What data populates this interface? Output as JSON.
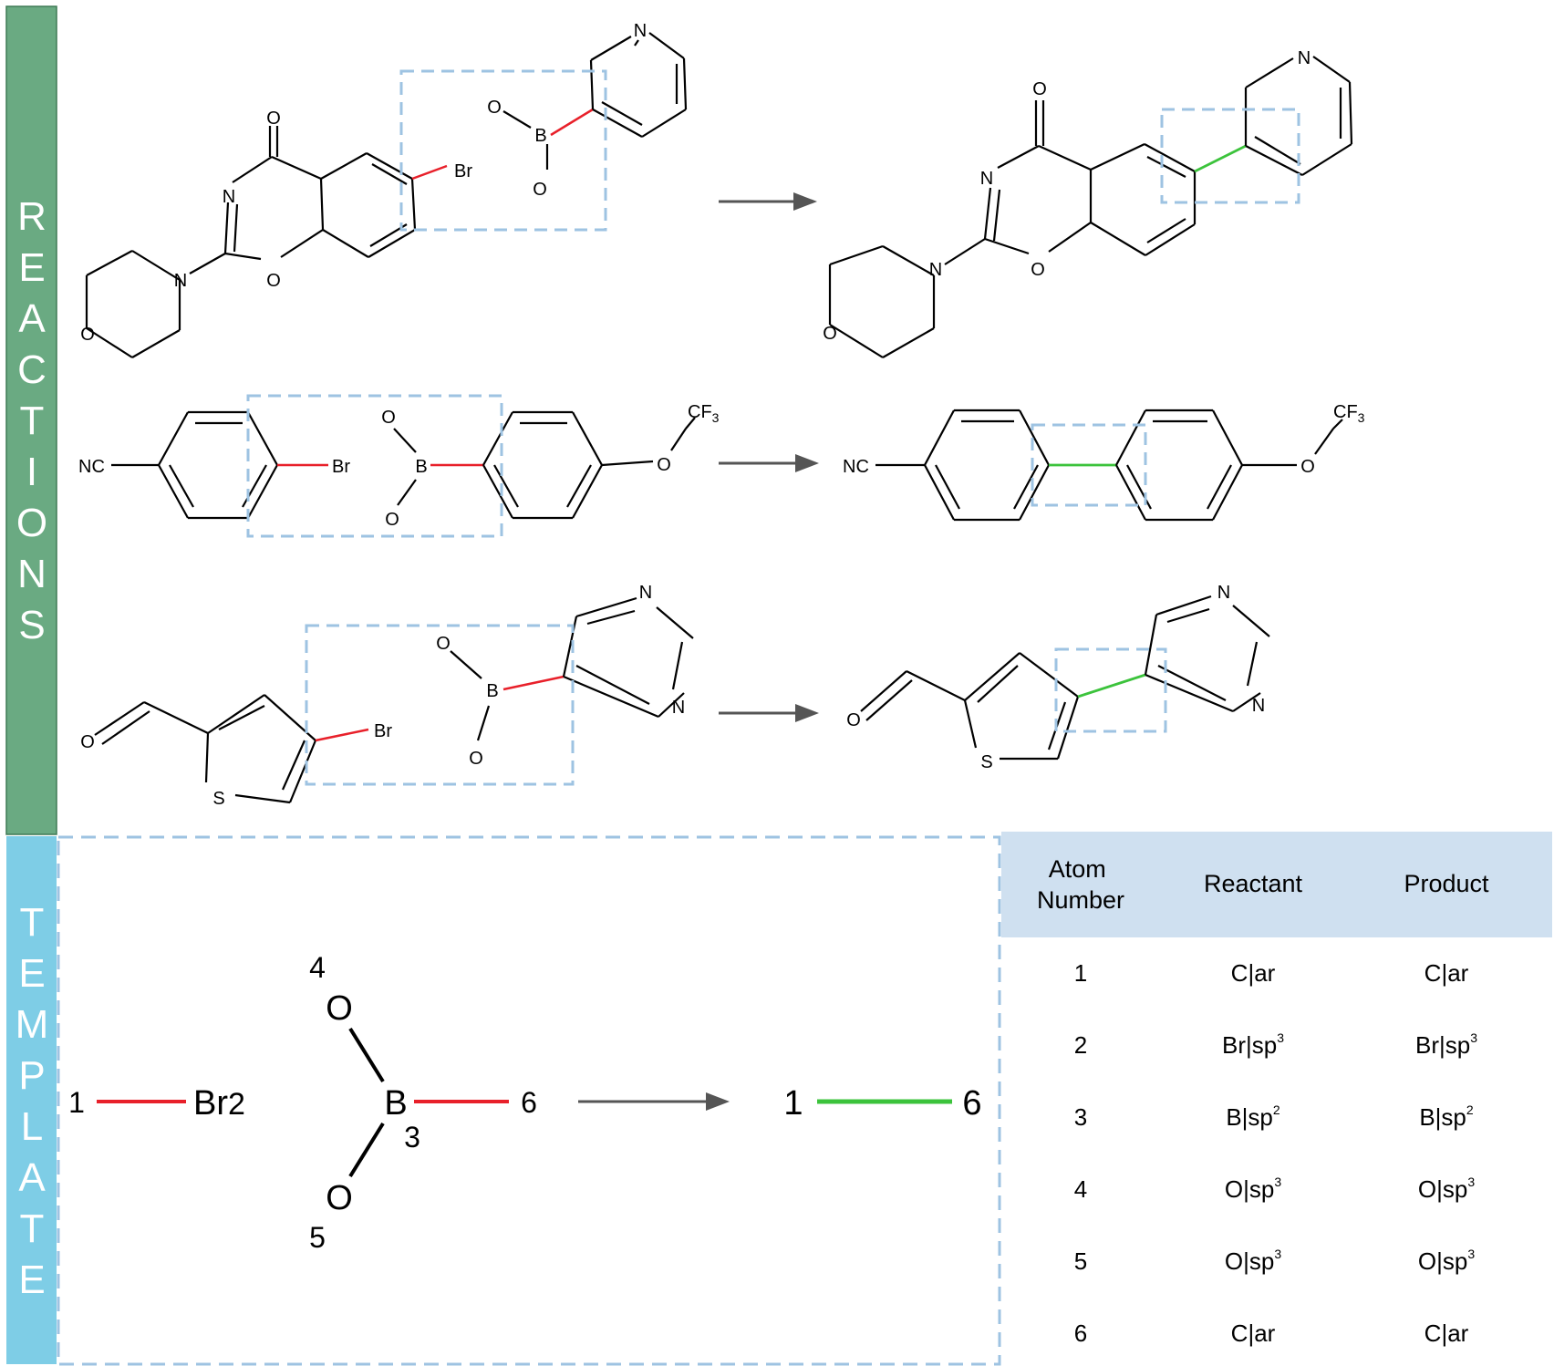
{
  "sections": {
    "reactions_label": "REACTIONS",
    "template_label": "TEMPLATE"
  },
  "colors": {
    "reactions_bar": "#6aaa82",
    "template_bar": "#7ecde6",
    "broken_bond": "#e8202a",
    "formed_bond": "#3cc33c",
    "dashed_box": "#9ec3e2",
    "table_header_bg": "#cfe0f0",
    "arrow": "#555555"
  },
  "reactions": [
    {
      "reactant1_atoms": [
        "O",
        "N",
        "O",
        "N",
        "O",
        "Br"
      ],
      "reactant2_atoms": [
        "O",
        "B",
        "O",
        "N"
      ],
      "product_atoms": [
        "O",
        "N",
        "O",
        "N",
        "O",
        "N"
      ]
    },
    {
      "reactant1_atoms": [
        "NC",
        "Br"
      ],
      "reactant2_atoms": [
        "O",
        "B",
        "O",
        "O",
        "CF",
        "3"
      ],
      "product_atoms": [
        "NC",
        "O",
        "CF",
        "3"
      ]
    },
    {
      "reactant1_atoms": [
        "O",
        "S",
        "Br"
      ],
      "reactant2_atoms": [
        "O",
        "B",
        "O",
        "N",
        "N"
      ],
      "product_atoms": [
        "O",
        "S",
        "N",
        "N"
      ]
    }
  ],
  "template": {
    "labels": {
      "a1": "1",
      "br": "Br",
      "br_num": "2",
      "o4_num": "4",
      "o4": "O",
      "b": "B",
      "b_num": "3",
      "n6": "6",
      "o5": "O",
      "o5_num": "5",
      "p1": "1",
      "p6": "6"
    }
  },
  "table": {
    "headers": [
      [
        "Atom",
        "Number"
      ],
      [
        "Reactant"
      ],
      [
        "Product"
      ]
    ],
    "rows": [
      {
        "num": "1",
        "reactant": {
          "base": "C|ar",
          "sup": ""
        },
        "product": {
          "base": "C|ar",
          "sup": ""
        }
      },
      {
        "num": "2",
        "reactant": {
          "base": "Br|sp",
          "sup": "3"
        },
        "product": {
          "base": "Br|sp",
          "sup": "3"
        }
      },
      {
        "num": "3",
        "reactant": {
          "base": "B|sp",
          "sup": "2"
        },
        "product": {
          "base": "B|sp",
          "sup": "2"
        }
      },
      {
        "num": "4",
        "reactant": {
          "base": "O|sp",
          "sup": "3"
        },
        "product": {
          "base": "O|sp",
          "sup": "3"
        }
      },
      {
        "num": "5",
        "reactant": {
          "base": "O|sp",
          "sup": "3"
        },
        "product": {
          "base": "O|sp",
          "sup": "3"
        }
      },
      {
        "num": "6",
        "reactant": {
          "base": "C|ar",
          "sup": ""
        },
        "product": {
          "base": "C|ar",
          "sup": ""
        }
      }
    ]
  }
}
